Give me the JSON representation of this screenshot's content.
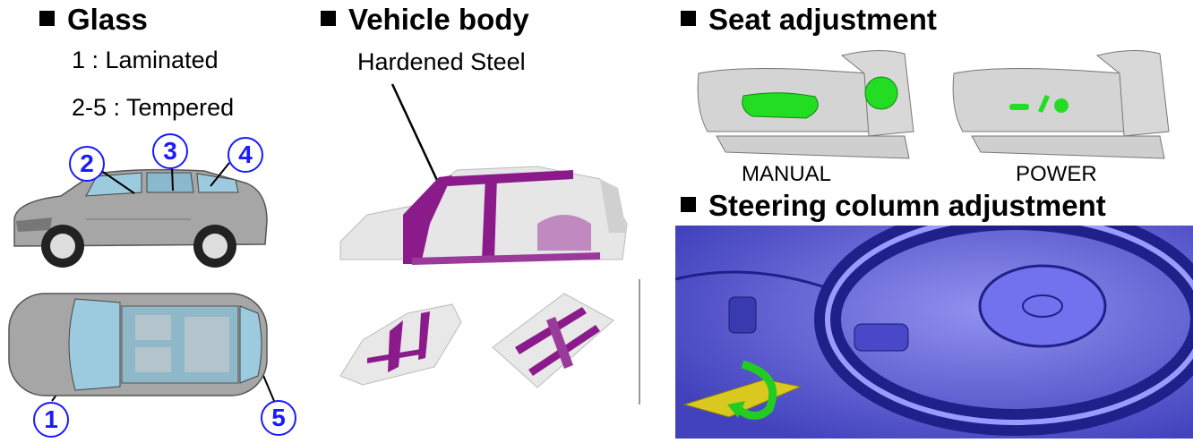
{
  "glass": {
    "heading": "Glass",
    "line1": "1 : Laminated",
    "line2": "2-5 : Tempered",
    "callouts": [
      "1",
      "2",
      "3",
      "4",
      "5"
    ]
  },
  "vehicle_body": {
    "heading": "Vehicle body",
    "label": "Hardened Steel"
  },
  "seat": {
    "heading": "Seat adjustment",
    "manual_label": "MANUAL",
    "power_label": "POWER"
  },
  "steering": {
    "heading": "Steering column adjustment"
  },
  "colors": {
    "callout_blue": "#1a1aff",
    "steel_purple": "#8b1a8b",
    "control_green": "#22dd22",
    "steering_blue": "#5a5ae0"
  }
}
